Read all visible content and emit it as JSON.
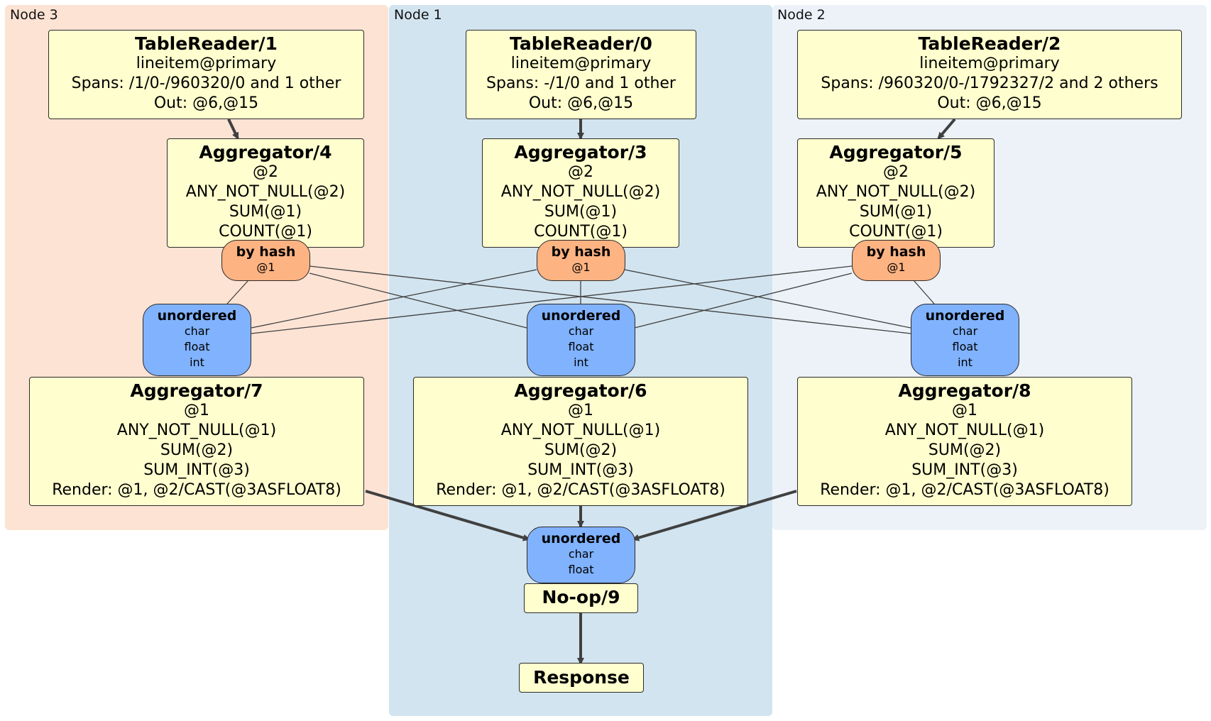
{
  "colors": {
    "node3_bg": "#fde3d4",
    "node1_bg": "#d2e4ef",
    "node2_bg": "#ecf2f8",
    "processor_fill": "#fefece",
    "hash_router_fill": "#fdb382",
    "unordered_router_fill": "#80b2fd",
    "edge_color": "#404040"
  },
  "regions": {
    "node3": "Node 3",
    "node1": "Node 1",
    "node2": "Node 2"
  },
  "tr1": {
    "title": "TableReader/1",
    "lines": [
      "lineitem@primary",
      "Spans: /1/0-/960320/0 and 1 other",
      "Out: @6,@15"
    ]
  },
  "tr0": {
    "title": "TableReader/0",
    "lines": [
      "lineitem@primary",
      "Spans: -/1/0 and 1 other",
      "Out: @6,@15"
    ]
  },
  "tr2": {
    "title": "TableReader/2",
    "lines": [
      "lineitem@primary",
      "Spans: /960320/0-/1792327/2 and 2 others",
      "Out: @6,@15"
    ]
  },
  "agg4": {
    "title": "Aggregator/4",
    "lines": [
      "@2",
      "ANY_NOT_NULL(@2)",
      "SUM(@1)",
      "COUNT(@1)"
    ]
  },
  "agg3": {
    "title": "Aggregator/3",
    "lines": [
      "@2",
      "ANY_NOT_NULL(@2)",
      "SUM(@1)",
      "COUNT(@1)"
    ]
  },
  "agg5": {
    "title": "Aggregator/5",
    "lines": [
      "@2",
      "ANY_NOT_NULL(@2)",
      "SUM(@1)",
      "COUNT(@1)"
    ]
  },
  "hash4": {
    "title": "by hash",
    "lines": [
      "@1"
    ]
  },
  "hash3": {
    "title": "by hash",
    "lines": [
      "@1"
    ]
  },
  "hash5": {
    "title": "by hash",
    "lines": [
      "@1"
    ]
  },
  "unord7": {
    "title": "unordered",
    "lines": [
      "char",
      "float",
      "int"
    ]
  },
  "unord6": {
    "title": "unordered",
    "lines": [
      "char",
      "float",
      "int"
    ]
  },
  "unord8": {
    "title": "unordered",
    "lines": [
      "char",
      "float",
      "int"
    ]
  },
  "agg7": {
    "title": "Aggregator/7",
    "lines": [
      "@1",
      "ANY_NOT_NULL(@1)",
      "SUM(@2)",
      "SUM_INT(@3)",
      "Render: @1, @2/CAST(@3ASFLOAT8)"
    ]
  },
  "agg6": {
    "title": "Aggregator/6",
    "lines": [
      "@1",
      "ANY_NOT_NULL(@1)",
      "SUM(@2)",
      "SUM_INT(@3)",
      "Render: @1, @2/CAST(@3ASFLOAT8)"
    ]
  },
  "agg8": {
    "title": "Aggregator/8",
    "lines": [
      "@1",
      "ANY_NOT_NULL(@1)",
      "SUM(@2)",
      "SUM_INT(@3)",
      "Render: @1, @2/CAST(@3ASFLOAT8)"
    ]
  },
  "unord9": {
    "title": "unordered",
    "lines": [
      "char",
      "float"
    ]
  },
  "noop9": {
    "title": "No-op/9"
  },
  "response": {
    "title": "Response"
  }
}
